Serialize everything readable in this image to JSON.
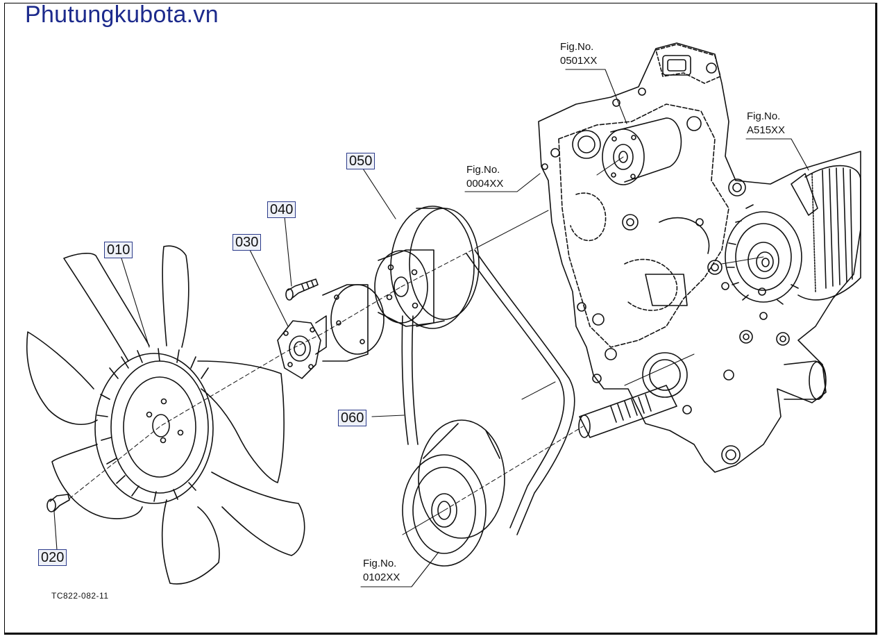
{
  "brand": "Phutungkubota.vn",
  "colors": {
    "brand": "#1c2a8c",
    "line": "#111111",
    "label_bg": "#eef1f8",
    "label_border": "#2b3a8a"
  },
  "parts": [
    {
      "id": "010",
      "name": "fan"
    },
    {
      "id": "020",
      "name": "fan-bolt"
    },
    {
      "id": "030",
      "name": "fan-spacer"
    },
    {
      "id": "040",
      "name": "spacer-bolt"
    },
    {
      "id": "050",
      "name": "fan-pulley"
    },
    {
      "id": "060",
      "name": "fan-belt"
    }
  ],
  "figure_refs": [
    {
      "name": "water-pump",
      "line1": "Fig.No.",
      "line2": "0501XX"
    },
    {
      "name": "alternator",
      "line1": "Fig.No.",
      "line2": "A515XX"
    },
    {
      "name": "gear-case",
      "line1": "Fig.No.",
      "line2": "0004XX"
    },
    {
      "name": "crankshaft",
      "line1": "Fig.No.",
      "line2": "0102XX"
    }
  ],
  "drawing_code": "TC822-082-11"
}
